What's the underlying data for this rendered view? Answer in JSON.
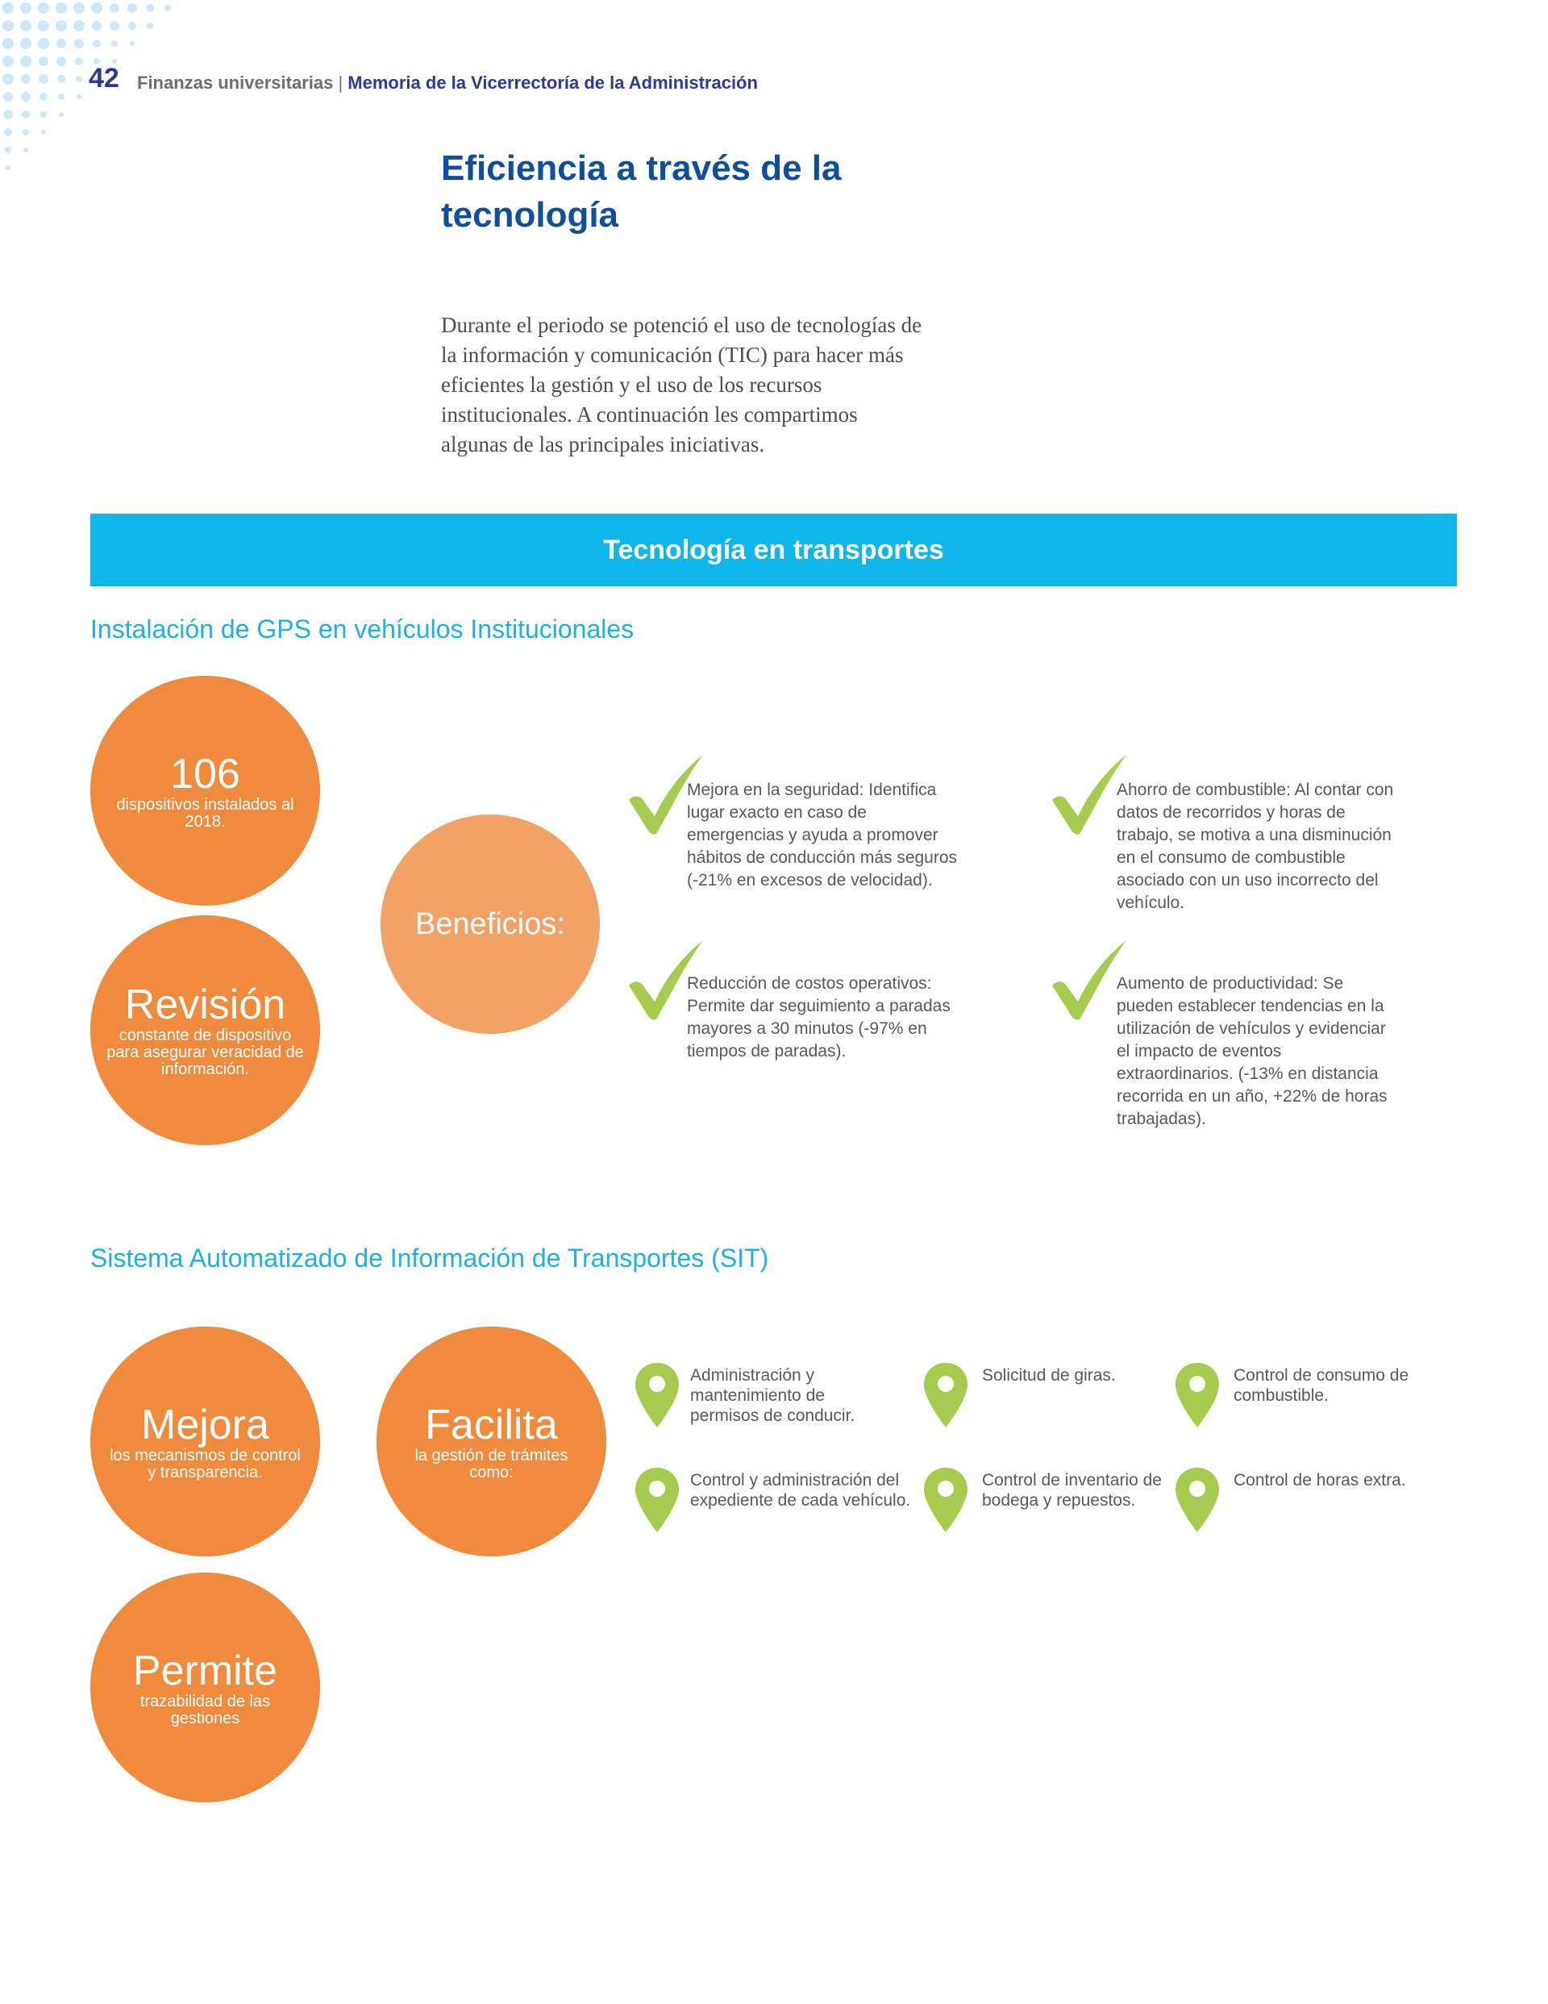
{
  "header": {
    "page_number": "42",
    "section": "Finanzas universitarias",
    "separator": "|",
    "publication": "Memoria de la Vicerrectoría de la Administración"
  },
  "title": "Eficiencia a través de la tecnología",
  "intro": "Durante el periodo se potenció el uso de tecnologías de la información y comunicación (TIC) para hacer más eficientes la gestión y el uso de los recursos institucionales. A continuación les compartimos algunas de las principales iniciativas.",
  "banner": "Tecnología en transportes",
  "gps": {
    "title": "Instalación de GPS en vehículos Institucionales",
    "circles": [
      {
        "big": "106",
        "small": "dispositivos instalados al 2018."
      },
      {
        "big": "Revisión",
        "small": "constante de dispositivo para asegurar veracidad de información."
      }
    ],
    "benefits_label": "Beneficios:",
    "benefits": [
      "Mejora en la seguridad: Identifica lugar exacto en caso de emergencias y ayuda a promover hábitos de conducción más seguros (-21% en excesos de velocidad).",
      "Ahorro de combustible: Al contar con datos de recorridos y horas de trabajo, se motiva a una disminución en el consumo de combustible asociado con un uso incorrecto del vehículo.",
      "Reducción de costos operativos: Permite dar seguimiento a paradas mayores a 30 minutos (-97% en tiempos de paradas).",
      "Aumento de productividad: Se pueden establecer tendencias en la utilización de vehículos y evidenciar el impacto de eventos extraordinarios. (-13% en distancia recorrida en un año, +22% de horas trabajadas)."
    ]
  },
  "sit": {
    "title": "Sistema Automatizado de Información de Transportes (SIT)",
    "circles": [
      {
        "big": "Mejora",
        "small": "los mecanismos de control y transparencia."
      },
      {
        "big": "Facilita",
        "small": "la gestión de trámites como:"
      },
      {
        "big": "Permite",
        "small": "trazabilidad de las gestiones"
      }
    ],
    "items": [
      "Administración y mantenimiento de permisos de conducir.",
      "Solicitud de giras.",
      "Control de consumo de combustible.",
      "Control y administración del expediente de cada vehículo.",
      "Control de inventario de bodega y repuestos.",
      "Control de horas extra."
    ]
  },
  "colors": {
    "accent_blue": "#0fb6ea",
    "title_blue": "#0d4f9c",
    "orange": "#f08a3d",
    "light_orange": "#f3a267",
    "green": "#a6cb4f"
  }
}
